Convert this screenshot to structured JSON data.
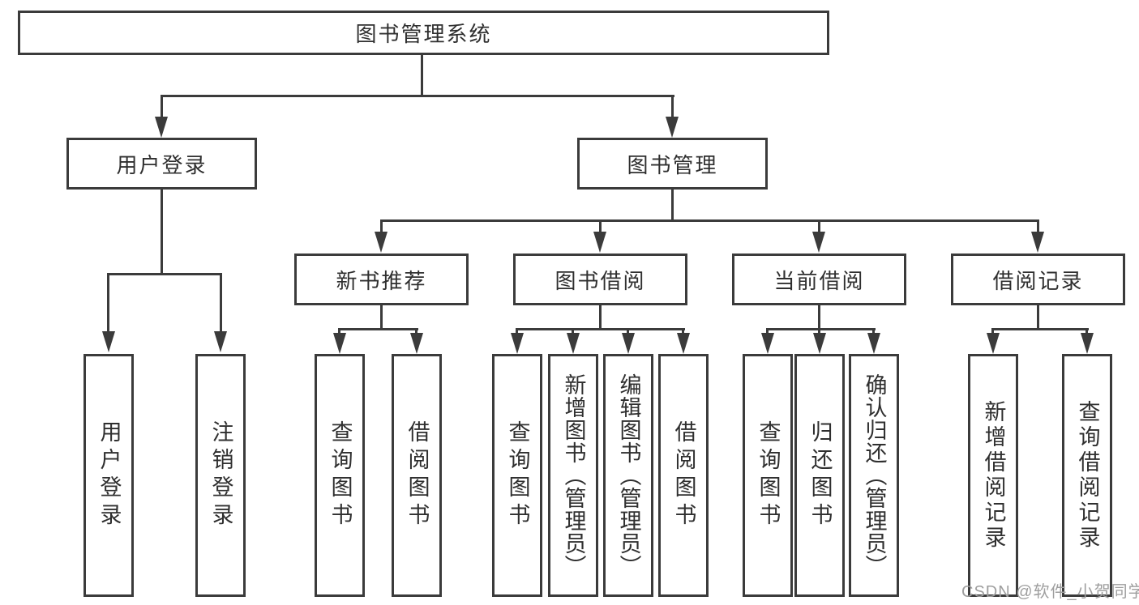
{
  "diagram": {
    "root": {
      "label": "图书管理系统"
    },
    "branches": [
      {
        "label": "用户登录",
        "children": [
          {
            "label": "用户登录"
          },
          {
            "label": "注销登录"
          }
        ]
      },
      {
        "label": "图书管理",
        "children": [
          {
            "label": "新书推荐",
            "children": [
              {
                "label": "查询图书"
              },
              {
                "label": "借阅图书"
              }
            ]
          },
          {
            "label": "图书借阅",
            "children": [
              {
                "label": "查询图书"
              },
              {
                "label": "新增图书（管理员）"
              },
              {
                "label": "编辑图书（管理员）"
              },
              {
                "label": "借阅图书"
              }
            ]
          },
          {
            "label": "当前借阅",
            "children": [
              {
                "label": "查询图书"
              },
              {
                "label": "归还图书"
              },
              {
                "label": "确认归还（管理员）"
              }
            ]
          },
          {
            "label": "借阅记录",
            "children": [
              {
                "label": "新增借阅记录"
              },
              {
                "label": "查询借阅记录"
              }
            ]
          }
        ]
      }
    ]
  },
  "watermark": {
    "text": "CSDN @软件_小贺同学"
  },
  "colors": {
    "line": "#3b3b3b",
    "text": "#2f2f2f",
    "watermark": "#9e9e9e",
    "background": "#ffffff"
  }
}
